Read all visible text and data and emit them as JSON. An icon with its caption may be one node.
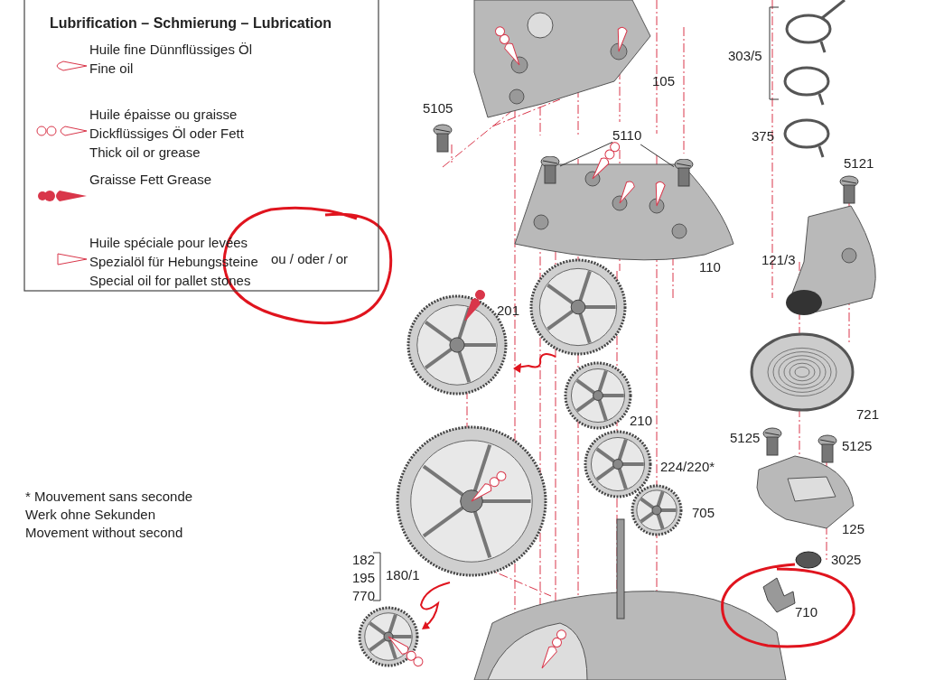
{
  "diagram": {
    "nodes": [
      {
        "text": [
          "5110"
        ]
      },
      {
        "text": [],
        "shape": "picture"
      },
      {
        "text": [],
        "shape": "picture"
      }
    ],
    "edges": [
      {
        "from": 0,
        "to": 1,
        "arrow": "none"
      },
      {
        "from": 0,
        "to": 2,
        "arrow": "none"
      }
    ],
    "labels": [
      "Lubrification – Schmierung – Lubrication",
      "ou / oder / or",
      "* Mouvement sans seconde Werk ohne Sekunden Movement without second",
      "105",
      "5105",
      "303/5",
      "375",
      "5121",
      "110",
      "121/3",
      "201",
      "210",
      "721",
      "5125",
      "5125",
      "224/220*",
      "705",
      "125",
      "3025",
      "182",
      "195",
      "180/1",
      "770",
      "710"
    ],
    "legend": [
      {
        "text": "Huile fine Dünnflüssiges Öl Fine oil"
      },
      {
        "text": "Huile épaisse ou graisse Dickflüssiges Öl oder Fett Thick oil or grease"
      },
      {
        "text": "Graisse Fett Grease"
      },
      {
        "text": "Huile spéciale pour levées Spezialöl für Hebungssteine Special oil for pallet stones"
      }
    ]
  }
}
